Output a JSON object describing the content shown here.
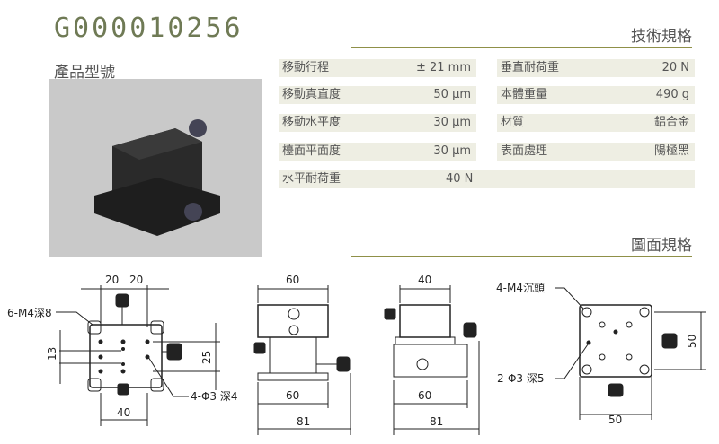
{
  "model": "G000010256",
  "model_label": "產品型號",
  "spec_title": "技術規格",
  "drawing_title": "圖面規格",
  "specs_left": [
    {
      "k": "移動行程",
      "v": "± 21 mm"
    },
    {
      "k": "移動真直度",
      "v": "50 µm"
    },
    {
      "k": "移動水平度",
      "v": "30 µm"
    },
    {
      "k": "檯面平面度",
      "v": "30 µm"
    },
    {
      "k": "水平耐荷重",
      "v": "40 N"
    }
  ],
  "specs_right": [
    {
      "k": "垂直耐荷重",
      "v": "20 N"
    },
    {
      "k": "本體重量",
      "v": "490 g"
    },
    {
      "k": "材質",
      "v": "鋁合金"
    },
    {
      "k": "表面處理",
      "v": "陽極黑"
    }
  ],
  "drawing": {
    "top": {
      "d1": "20",
      "d2": "20",
      "holes": "6-M4深8",
      "h13": "13",
      "h25": "25",
      "pins": "4-Φ3 深4",
      "w40": "40"
    },
    "front": {
      "w60a": "60",
      "w60b": "60",
      "w81": "81"
    },
    "side": {
      "w40": "40",
      "w60": "60",
      "w81": "81"
    },
    "bottom": {
      "holes": "4-M4沉頭",
      "pins": "2-Φ3 深5",
      "h50": "50",
      "w50": "50"
    }
  }
}
